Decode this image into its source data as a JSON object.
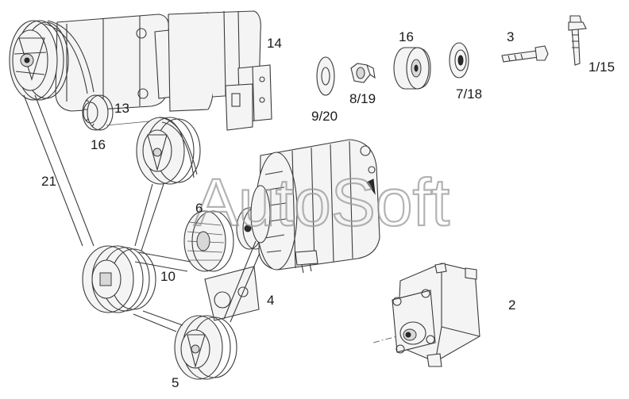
{
  "watermark": "AutoSoft",
  "labels": {
    "l14": "14",
    "l16a": "16",
    "l3": "3",
    "l115": "1/15",
    "l920": "9/20",
    "l819": "8/19",
    "l718": "7/18",
    "l13": "13",
    "l16b": "16",
    "l21": "21",
    "l6": "6",
    "l10": "10",
    "l4": "4",
    "l2": "2",
    "l5": "5"
  },
  "colors": {
    "line": "#3a3a3a",
    "label": "#1a1a1a",
    "watermark": "#9a9a9a"
  }
}
